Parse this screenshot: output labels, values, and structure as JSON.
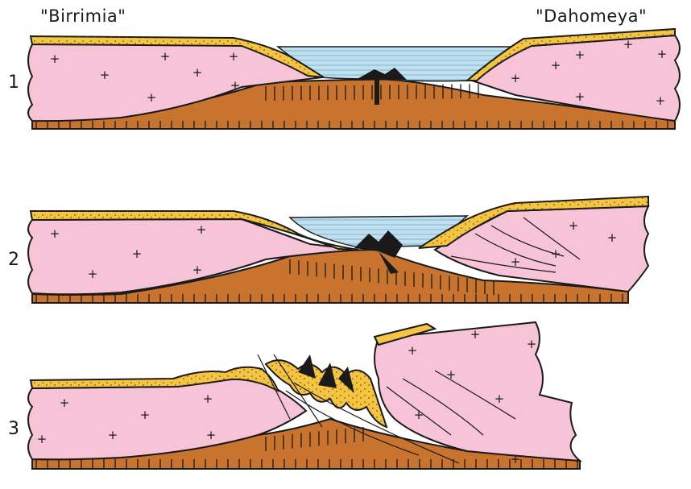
{
  "labels": {
    "left_region": "\"Birrimia\"",
    "right_region": "\"Dahomeya\""
  },
  "stages": [
    {
      "number": "1"
    },
    {
      "number": "2"
    },
    {
      "number": "3"
    }
  ],
  "colors": {
    "crust_pink": "#f7c3d6",
    "sediment_yellow": "#f5c542",
    "mantle_brown": "#c8742e",
    "ocean_blue": "#bfe0f0",
    "volcanic_black": "#1a1a1a",
    "outline": "#1a1a1a"
  }
}
